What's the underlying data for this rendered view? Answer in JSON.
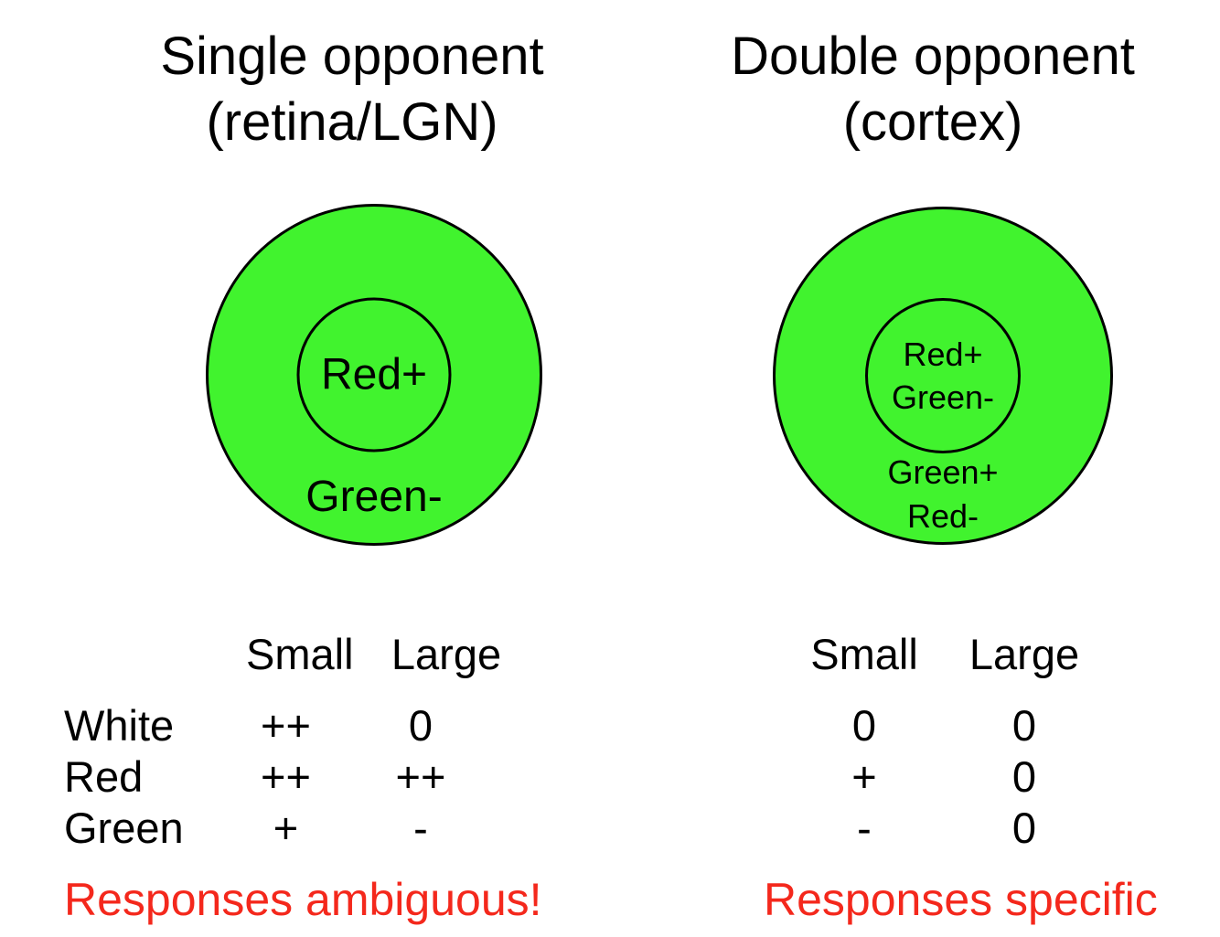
{
  "colors": {
    "circle_fill": "#41f32e",
    "outline": "#000000",
    "emphasis_text": "#f4281c"
  },
  "left": {
    "title_line1": "Single opponent",
    "title_line2": "(retina/LGN)",
    "circle": {
      "center_label": "Red+",
      "surround_label": "Green-"
    },
    "table": {
      "col_headers": [
        "Small",
        "Large"
      ],
      "rows": [
        {
          "label": "White",
          "small": "++",
          "large": "0"
        },
        {
          "label": "Red",
          "small": "++",
          "large": "++"
        },
        {
          "label": "Green",
          "small": "+",
          "large": "-"
        }
      ]
    },
    "footer": "Responses ambiguous!"
  },
  "right": {
    "title_line1": "Double opponent",
    "title_line2": "(cortex)",
    "circle": {
      "center_label_line1": "Red+",
      "center_label_line2": "Green-",
      "surround_label_line1": "Green+",
      "surround_label_line2": "Red-"
    },
    "table": {
      "col_headers": [
        "Small",
        "Large"
      ],
      "rows": [
        {
          "small": "0",
          "large": "0"
        },
        {
          "small": "+",
          "large": "0"
        },
        {
          "small": "-",
          "large": "0"
        }
      ]
    },
    "footer": "Responses specific"
  }
}
